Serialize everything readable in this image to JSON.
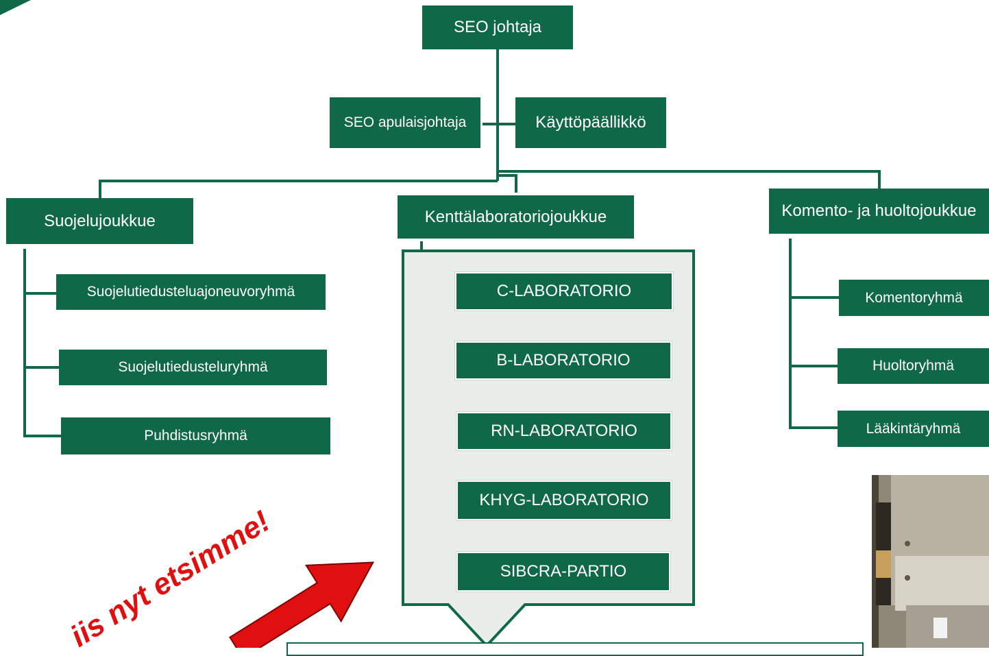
{
  "chart": {
    "top": {
      "director": "SEO johtaja"
    },
    "staff": {
      "deputy": "SEO apulaisjohtaja",
      "operations": "Käyttöpäällikkö"
    },
    "units": {
      "protection": {
        "title": "Suojelujoukkue",
        "groups": [
          "Suojelutiedusteluajoneuvoryhmä",
          "Suojelutiedusteluryhmä",
          "Puhdistusryhmä"
        ]
      },
      "field_lab": {
        "title": "Kenttälaboratoriojoukkue",
        "groups": [
          "C-LABORATORIO",
          "B-LABORATORIO",
          "RN-LABORATORIO",
          "KHYG-LABORATORIO",
          "SIBCRA-PARTIO"
        ]
      },
      "command": {
        "title": "Komento- ja huoltojoukkue",
        "groups": [
          "Komentoryhmä",
          "Huoltoryhmä",
          "Lääkintäryhmä"
        ]
      }
    }
  },
  "annotation": {
    "text": "Siis nyt etsimme!",
    "visible_text": "iis nyt etsimme!"
  },
  "colors": {
    "box": "#0f6848",
    "callout_bg": "#e9eeeb",
    "line": "#0f6848",
    "arrow": "#e01010",
    "annotation_text": "#e01010"
  }
}
